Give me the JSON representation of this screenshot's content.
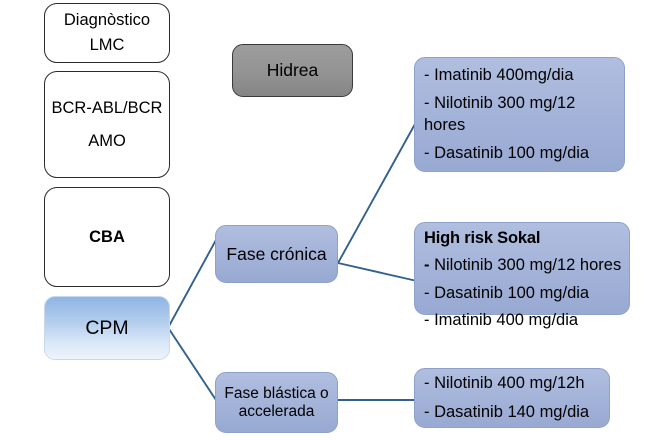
{
  "diagram": {
    "title": "CML treatment algorithm flowchart",
    "colors": {
      "blue_fill": "#a5b4d9",
      "blue_light_fill": "#b3cdee",
      "grey_fill": "#939393",
      "outline": "#2b2b2b",
      "connector": "#33608f"
    },
    "nodes": {
      "diagnostico": {
        "line1": "Diagnòstico",
        "line2": "LMC"
      },
      "bcr_abl": {
        "line1": "BCR-ABL/BCR",
        "line2": "AMO"
      },
      "cba": {
        "line1": "CBA"
      },
      "cpm": {
        "line1": "CPM"
      },
      "hidrea": {
        "line1": "Hidrea"
      },
      "fase_cronica": {
        "line1": "Fase crónica"
      },
      "fase_blastica": {
        "line1": "Fase blástica o",
        "line2": "accelerada"
      },
      "standard_treatment": {
        "items": [
          "- Imatinib 400mg/dia",
          "- Nilotinib 300 mg/12 hores",
          "- Dasatinib 100 mg/dia"
        ]
      },
      "high_risk_sokal": {
        "heading": "High risk Sokal",
        "items": [
          "- Nilotinib 300 mg/12 hores",
          "- Dasatinib 100 mg/dia",
          "- Imatinib 400 mg/dia"
        ]
      },
      "blastic_treatment": {
        "items": [
          "- Nilotinib 400 mg/12h",
          "- Dasatinib 140 mg/dia"
        ]
      }
    }
  }
}
